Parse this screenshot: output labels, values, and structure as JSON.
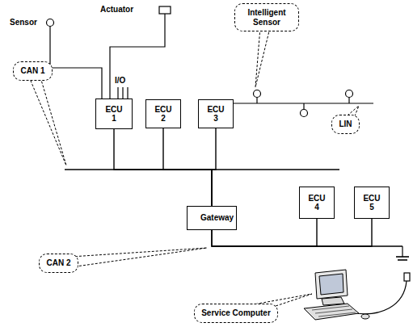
{
  "diagram": {
    "nodes": [
      {
        "text": [
          "Intelligent Sensor"
        ]
      },
      {
        "text": [
          "CAN 1"
        ]
      },
      {
        "text": [
          "ECU 1"
        ]
      },
      {
        "text": [
          "ECU 2"
        ]
      },
      {
        "text": [
          "ECU 3"
        ]
      },
      {
        "text": [
          "LIN"
        ]
      },
      {
        "text": [
          "Gateway"
        ]
      },
      {
        "text": [
          "ECU 4"
        ]
      },
      {
        "text": [
          "ECU 5"
        ]
      },
      {
        "text": [
          "CAN 2"
        ]
      },
      {
        "text": [
          "Service Computer"
        ]
      }
    ],
    "edges": [
      {
        "from": 2,
        "to": 6,
        "arrow": "none"
      },
      {
        "from": 3,
        "to": 6,
        "arrow": "none"
      },
      {
        "from": 4,
        "to": 6,
        "arrow": "none"
      },
      {
        "from": 6,
        "to": 7,
        "arrow": "none"
      },
      {
        "from": 6,
        "to": 8,
        "arrow": "none"
      }
    ],
    "labels": [
      "Sensor",
      "Actuator",
      "I/O"
    ]
  }
}
